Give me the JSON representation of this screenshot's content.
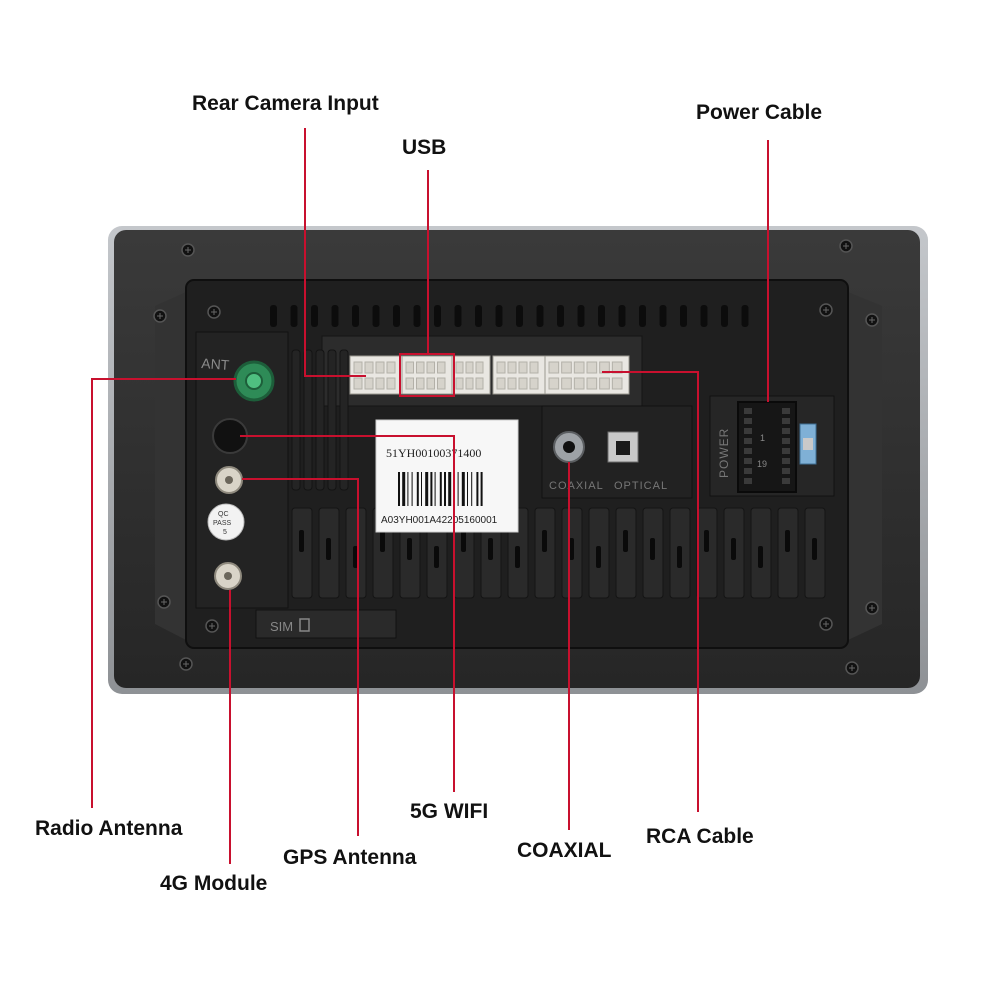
{
  "callouts": {
    "rear_camera": "Rear Camera Input",
    "usb": "USB",
    "power_cable": "Power Cable",
    "radio_antenna": "Radio Antenna",
    "gps_antenna": "GPS Antenna",
    "module_4g": "4G Module",
    "wifi_5g": "5G WIFI",
    "coaxial": "COAXIAL",
    "rca_cable": "RCA Cable"
  },
  "device": {
    "ant_label": "ANT",
    "sim_label": "SIM",
    "coaxial_label": "COAXIAL",
    "optical_label": "OPTICAL",
    "power_label": "POWER",
    "qc_line1": "QC",
    "qc_line2": "PASS",
    "qc_line3": "5",
    "sticker_top": "51YH00100371400",
    "sticker_bottom": "A03YH001A42205160001",
    "pin_label_1": "1",
    "pin_label_19": "19"
  },
  "colors": {
    "leader_line": "#c8102e",
    "housing": "#2b2b2b",
    "frame": "#a9acb0",
    "antenna_green": "#2e8b57"
  }
}
